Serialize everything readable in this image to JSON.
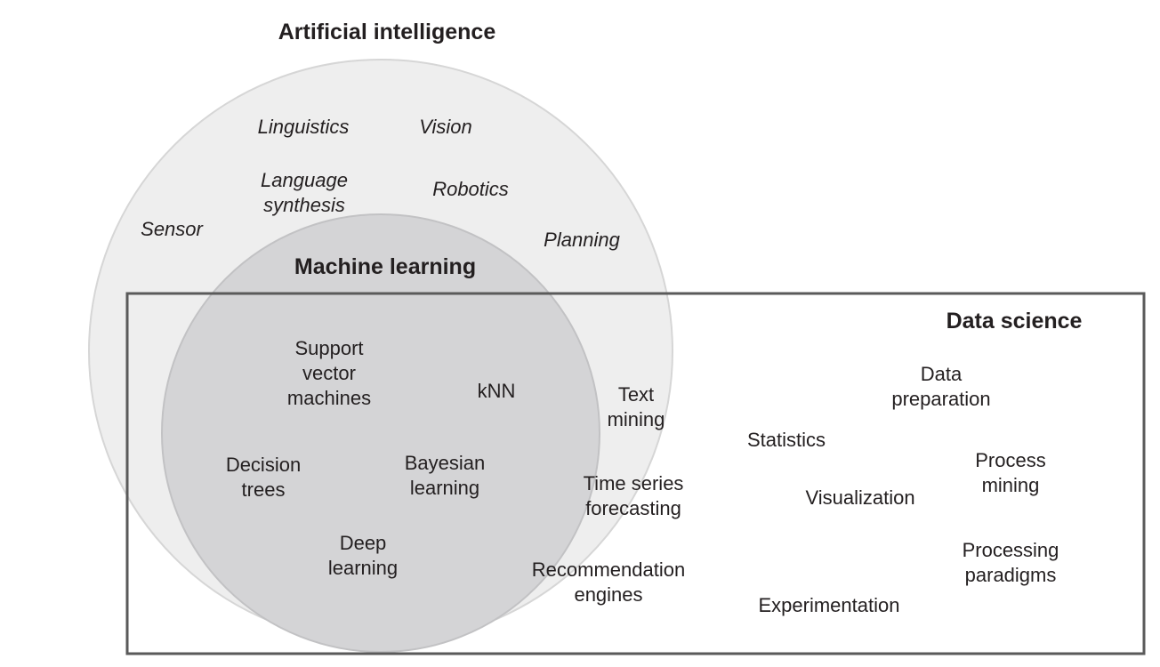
{
  "titles": {
    "ai": "Artificial intelligence",
    "ml": "Machine learning",
    "ds": "Data science"
  },
  "ai_only": {
    "linguistics": "Linguistics",
    "vision": "Vision",
    "language_synthesis": [
      "Language",
      "synthesis"
    ],
    "robotics": "Robotics",
    "sensor": "Sensor",
    "planning": "Planning"
  },
  "ml_items": {
    "svm": [
      "Support",
      "vector",
      "machines"
    ],
    "knn": "kNN",
    "decision_trees": [
      "Decision",
      "trees"
    ],
    "bayesian": [
      "Bayesian",
      "learning"
    ],
    "deep": [
      "Deep",
      "learning"
    ]
  },
  "ai_ds_items": {
    "text_mining": [
      "Text",
      "mining"
    ],
    "time_series": [
      "Time series",
      "forecasting"
    ],
    "recommendation": [
      "Recommendation",
      "engines"
    ]
  },
  "ds_items": {
    "data_preparation": [
      "Data",
      "preparation"
    ],
    "statistics": "Statistics",
    "process_mining": [
      "Process",
      "mining"
    ],
    "visualization": "Visualization",
    "processing_paradigms": [
      "Processing",
      "paradigms"
    ],
    "experimentation": "Experimentation"
  },
  "colors": {
    "ai_fill": "#eeeeee",
    "ai_stroke": "#d6d6d6",
    "ml_fill": "#d4d4d6",
    "ml_stroke": "#c2c2c4",
    "ds_stroke": "#5a5a5a",
    "text": "#231f20"
  }
}
